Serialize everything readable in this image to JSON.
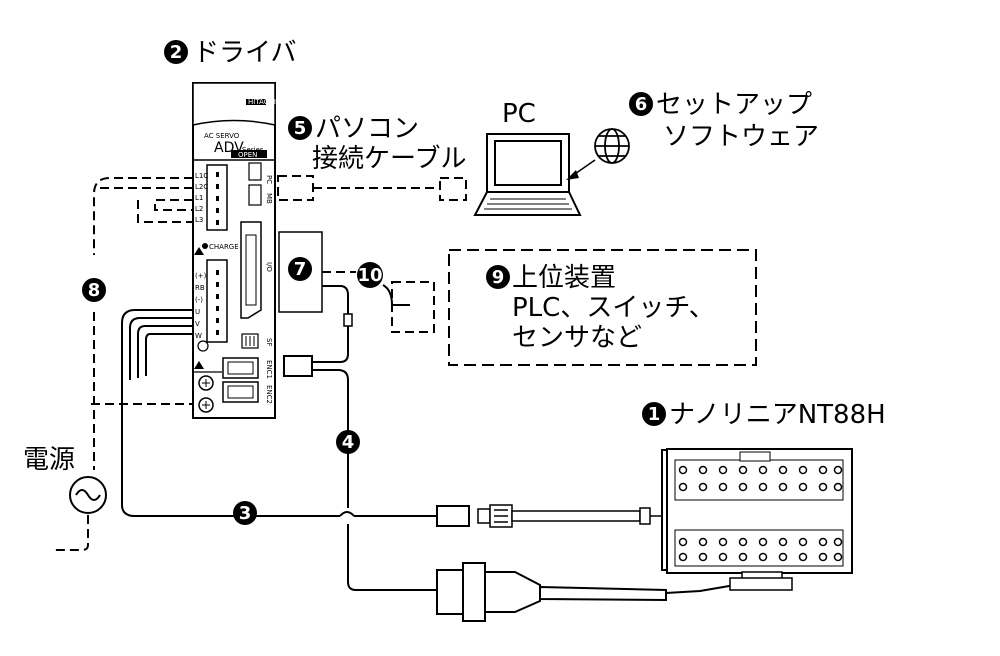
{
  "driver": {
    "number": "2",
    "label": "ドライバ",
    "brand": "HITACHI",
    "series_line1": "AC SERVO",
    "series_model": "ADV",
    "series_suffix": "Series",
    "open_label": "OPEN",
    "charge_label": "CHARGE",
    "ports": [
      "PC",
      "MB",
      "I/O",
      "SF",
      "ENC1",
      "ENC2"
    ],
    "power_terms": [
      "L1C",
      "L2C",
      "L1",
      "L2",
      "L3"
    ],
    "motor_terms": [
      "(+)",
      "RB",
      "(-)",
      "U",
      "V",
      "W"
    ]
  },
  "pc_cable": {
    "number": "5",
    "line1": "パソコン",
    "line2": "接続ケーブル"
  },
  "pc": {
    "label": "PC"
  },
  "software": {
    "number": "6",
    "line1": "セットアップ",
    "line2": "ソフトウェア"
  },
  "io_cable": {
    "number": "7"
  },
  "power_cable": {
    "number": "8"
  },
  "relay": {
    "number": "10"
  },
  "host": {
    "number": "9",
    "line1": "上位装置",
    "line2": "PLC、スイッチ、",
    "line3": "センサなど"
  },
  "motor": {
    "number": "1",
    "label": "ナノリニアNT88H"
  },
  "motor_cable": {
    "number": "3"
  },
  "encoder_cable": {
    "number": "4"
  },
  "power_source": {
    "label": "電源"
  }
}
